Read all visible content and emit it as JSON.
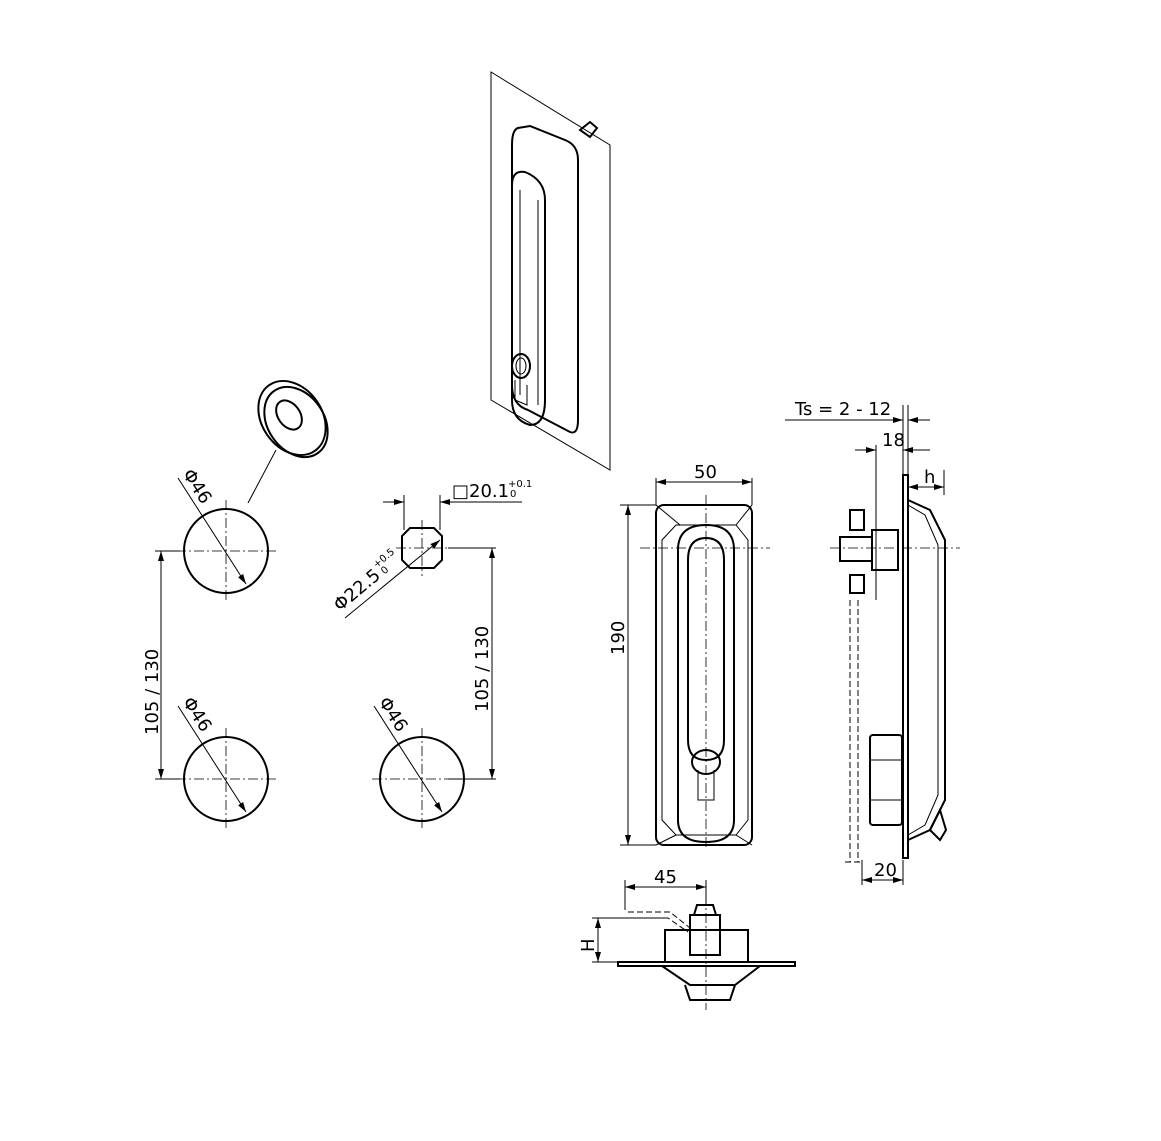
{
  "drawing": {
    "isometric_view": {},
    "hole_pattern": {
      "round_hole_dia": "Φ46",
      "square_hole": "□20.1",
      "square_hole_tol_upper": "+0.1",
      "square_hole_tol_lower": "0",
      "square_hole_dia": "Φ22.5",
      "square_hole_dia_tol_upper": "+0.5",
      "square_hole_dia_tol_lower": "0",
      "spacing": "105 / 130"
    },
    "front_view": {
      "width": "50",
      "height": "190"
    },
    "side_view": {
      "thickness": "Ts = 2 - 12",
      "depth": "18",
      "h_label": "h",
      "bottom": "20"
    },
    "bottom_view": {
      "offset": "45",
      "H_label": "H"
    }
  }
}
